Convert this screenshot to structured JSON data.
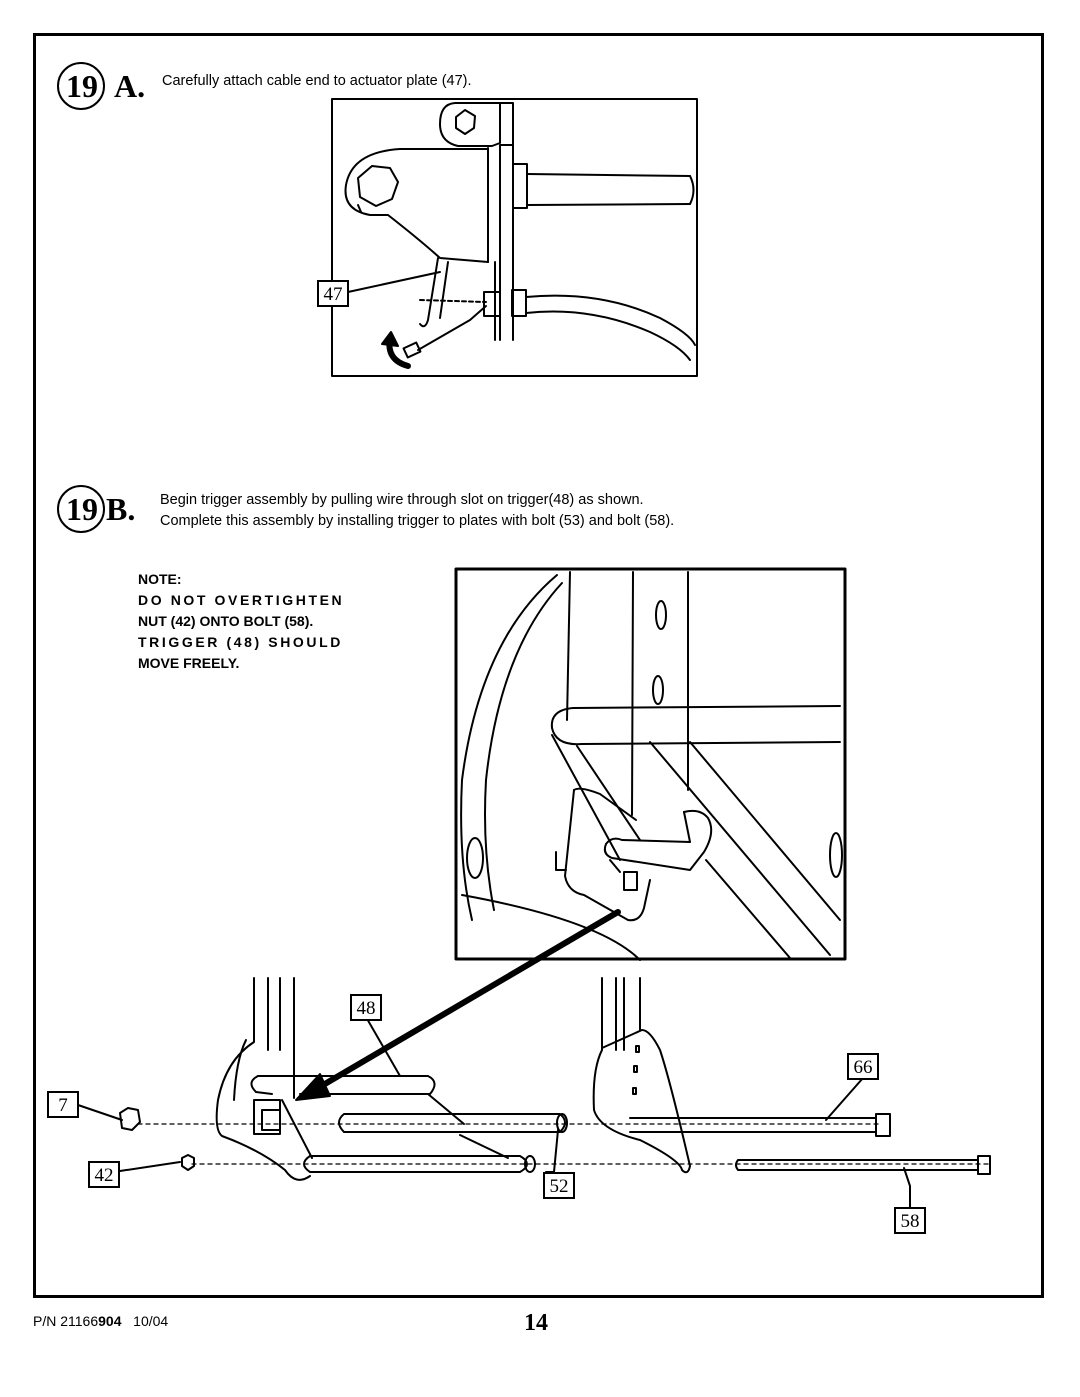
{
  "step_a": {
    "number": "19",
    "letter": "A.",
    "instruction": "Carefully attach cable end to actuator plate (47)."
  },
  "step_b": {
    "number": "19",
    "letter": "B.",
    "instruction_line1": "Begin trigger assembly by pulling wire through slot on trigger(48) as shown.",
    "instruction_line2": "Complete this assembly by installing trigger to plates with bolt (53) and bolt (58)."
  },
  "note": {
    "heading": "NOTE:",
    "line1": "DO NOT OVERTIGHTEN",
    "line2": "NUT (42) ONTO BOLT (58).",
    "line3": "TRIGGER (48) SHOULD",
    "line4": "MOVE FREELY."
  },
  "callouts": {
    "p47": "47",
    "p48": "48",
    "p66": "66",
    "p7": "7",
    "p42": "42",
    "p52": "52",
    "p58": "58"
  },
  "footer": {
    "pn_prefix": "P/N 21166",
    "pn_bold": "904",
    "date": "10/04",
    "page_number": "14"
  }
}
